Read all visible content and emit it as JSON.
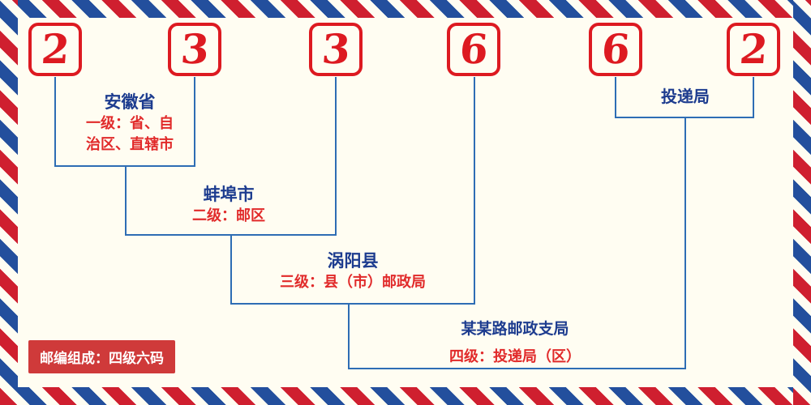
{
  "colors": {
    "digit_red": "#dd1a21",
    "label_blue": "#1d3c8f",
    "desc_red": "#e12a2a",
    "line_blue": "#2e6db4",
    "badge_bg": "#cf3a3a",
    "badge_text": "#ffffff",
    "stripe_red": "#cf1f2f",
    "stripe_blue": "#234f9d",
    "background": "#fffdf2"
  },
  "digits": [
    "2",
    "3",
    "3",
    "6",
    "6",
    "2"
  ],
  "labels": {
    "level1": {
      "title": "安徽省",
      "desc_line1": "一级：省、自",
      "desc_line2": "治区、直辖市"
    },
    "level2": {
      "title": "蚌埠市",
      "desc": "二级：邮区"
    },
    "level3": {
      "title": "涡阳县",
      "desc": "三级：县（市）邮政局"
    },
    "delivery": {
      "title": "投递局"
    },
    "level4": {
      "title": "某某路邮政支局",
      "desc": "四级：投递局（区）"
    }
  },
  "footer": {
    "badge": "邮编组成：四级六码"
  }
}
